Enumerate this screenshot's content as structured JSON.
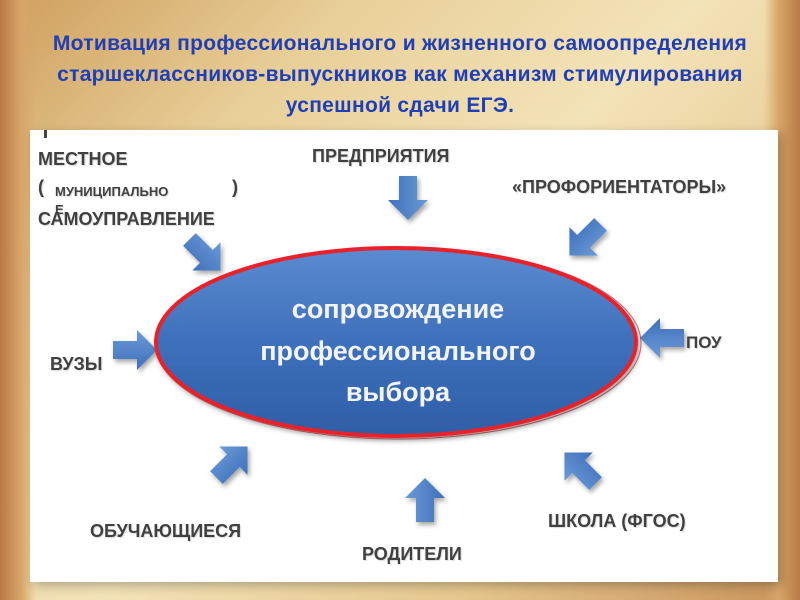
{
  "slide": {
    "title": "Мотивация профессионального и жизненного самоопределения старшеклассников-выпускников как механизм стимулирования успешной сдачи ЕГЭ."
  },
  "center": {
    "lines": [
      "сопровождение",
      "профессионального",
      "выбора"
    ]
  },
  "labels": {
    "local_line1": "МЕСТНОЕ",
    "local_paren_open": "(",
    "local_municipal": "МУНИЦИПАЛЬНО",
    "local_paren_close": ")",
    "local_e": "Е",
    "local_line3": "САМОУПРАВЛЕНИЕ",
    "enterprises": "ПРЕДПРИЯТИЯ",
    "career_guides": "«ПРОФОРИЕНТАТОРЫ»",
    "pou": "ПОУ",
    "universities": "ВУЗЫ",
    "school": "ШКОЛА (ФГОС)",
    "parents": "РОДИТЕЛИ",
    "students": "ОБУЧАЮЩИЕСЯ"
  },
  "colors": {
    "title": "#1f3fb8",
    "ellipse_fill": "#3e70bb",
    "ellipse_border": "#e8222a",
    "arrow": "#4a7fc8",
    "label": "#404040"
  }
}
